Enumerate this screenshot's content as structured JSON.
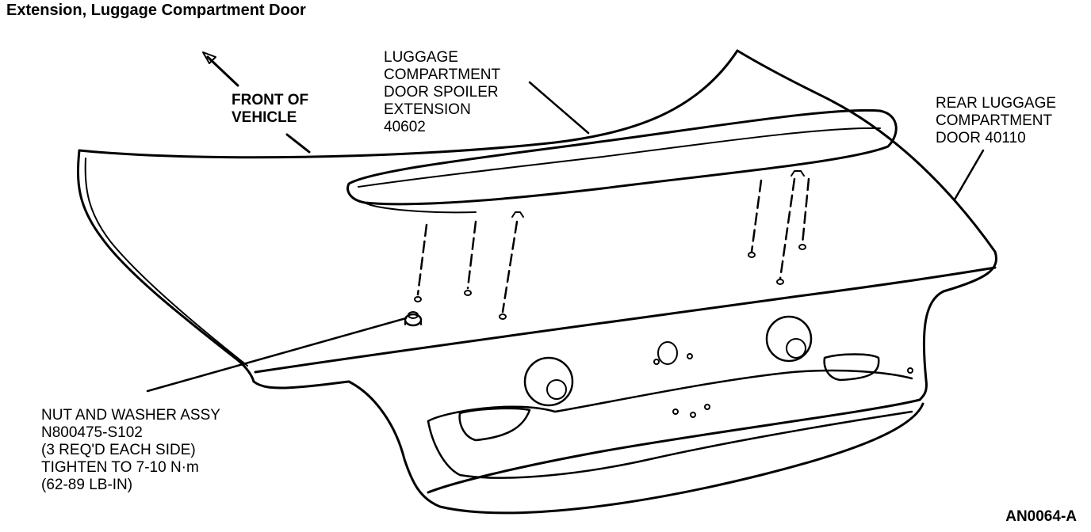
{
  "page": {
    "title": "Extension, Luggage Compartment Door"
  },
  "callouts": {
    "front": {
      "lines": [
        "FRONT OF",
        "VEHICLE"
      ]
    },
    "spoiler": {
      "lines": [
        "LUGGAGE",
        "COMPARTMENT",
        "DOOR SPOILER",
        "EXTENSION",
        "40602"
      ]
    },
    "door": {
      "lines": [
        "REAR LUGGAGE",
        "COMPARTMENT",
        "DOOR 40110"
      ]
    },
    "nut": {
      "lines": [
        "NUT AND WASHER ASSY",
        "N800475-S102",
        "(3 REQ'D EACH SIDE)",
        "TIGHTEN TO 7-10 N·m",
        "(62-89 LB-IN)"
      ]
    }
  },
  "figure_id": "AN0064-A"
}
